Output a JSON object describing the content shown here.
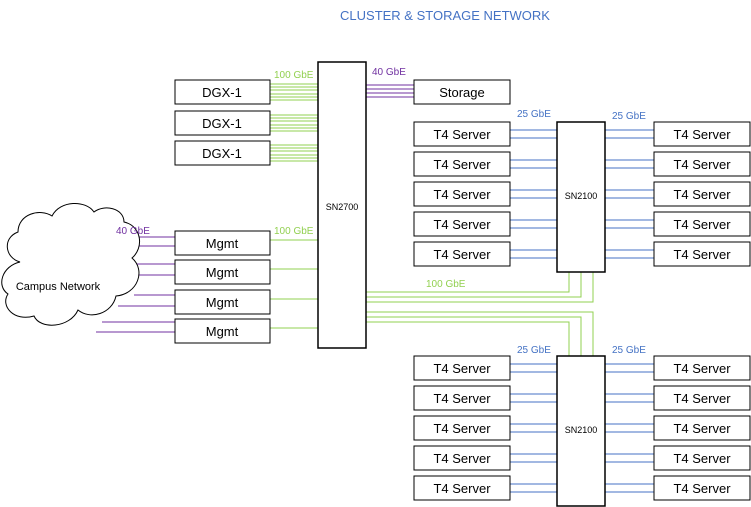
{
  "title": "CLUSTER & STORAGE NETWORK",
  "colors": {
    "title": "#4472c4",
    "green": "#92d050",
    "purple": "#7030a0",
    "blue": "#4472c4",
    "box_stroke": "#000000",
    "text": "#000000"
  },
  "switches": {
    "core": "SN2700",
    "leaf_top": "SN2100",
    "leaf_bottom": "SN2100"
  },
  "compute": [
    "DGX-1",
    "DGX-1",
    "DGX-1"
  ],
  "storage": "Storage",
  "mgmt": [
    "Mgmt",
    "Mgmt",
    "Mgmt",
    "Mgmt"
  ],
  "cloud": "Campus Network",
  "server_label": "T4 Server",
  "speeds": {
    "dgx": "100 GbE",
    "storage": "40 GbE",
    "mgmt_core": "100 GbE",
    "mgmt_campus": "40 GbE",
    "uplink": "100 GbE",
    "top_left": "25 GbE",
    "top_right": "25 GbE",
    "bottom_left": "25 GbE",
    "bottom_right": "25 GbE"
  }
}
